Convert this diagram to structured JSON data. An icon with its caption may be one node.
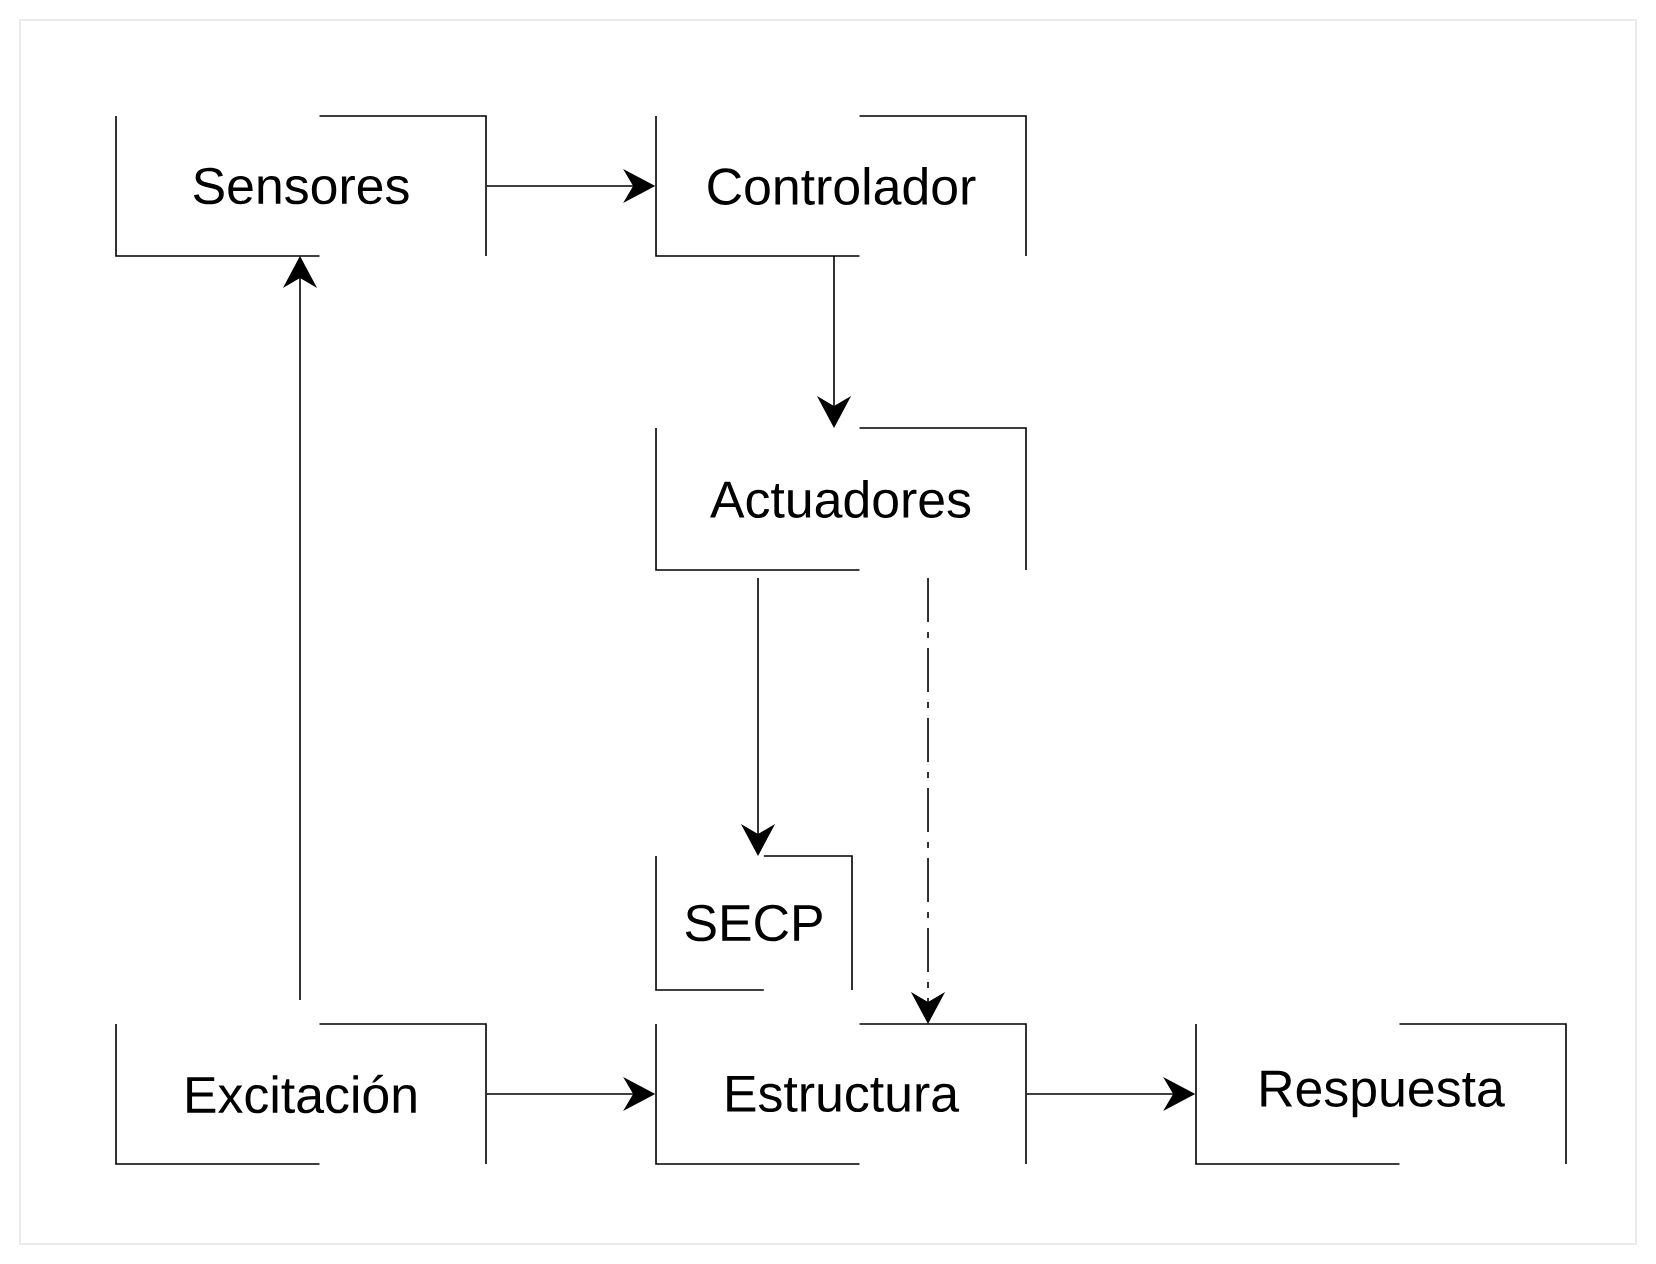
{
  "diagram": {
    "nodes": [
      {
        "text": [
          "Sensores"
        ]
      },
      {
        "text": [
          "Controlador"
        ]
      },
      {
        "text": [
          "Actuadores"
        ]
      },
      {
        "text": [
          "SECP"
        ]
      },
      {
        "text": [
          "Excitación"
        ]
      },
      {
        "text": [
          "Estructura"
        ]
      },
      {
        "text": [
          "Respuesta"
        ]
      }
    ],
    "edges": [
      {
        "from": 0,
        "to": 1,
        "arrow": "to"
      },
      {
        "from": 1,
        "to": 2,
        "arrow": "to"
      },
      {
        "from": 2,
        "to": 3,
        "arrow": "to"
      },
      {
        "from": 2,
        "to": 5,
        "arrow": "to",
        "style": "dashed"
      },
      {
        "from": 4,
        "to": 0,
        "arrow": "to"
      },
      {
        "from": 4,
        "to": 5,
        "arrow": "to"
      },
      {
        "from": 5,
        "to": 6,
        "arrow": "to"
      }
    ]
  }
}
